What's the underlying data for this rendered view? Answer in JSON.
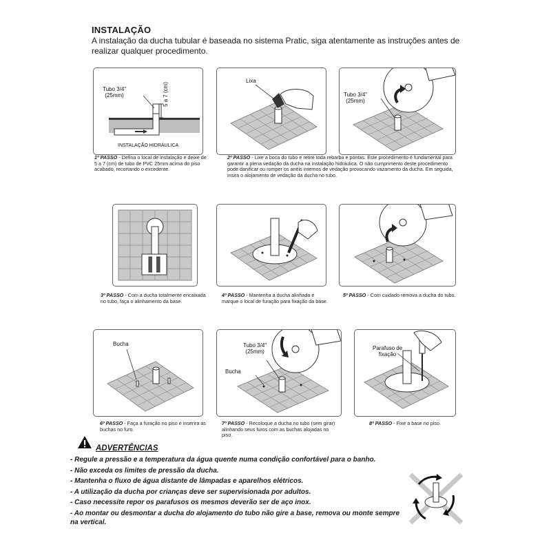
{
  "header": {
    "title": "INSTALAÇÃO",
    "intro": "A instalação da ducha tubular é baseada no sistema Pratic, siga atentamente as instruções antes de realizar qualquer procedimento."
  },
  "steps": [
    {
      "number": "1º PASSO",
      "text": " - Defina o local de instalação e deixe de 5 a 7 (cm) de tubo de PVC 25mm acima do piso acabado, recortando o excedente.",
      "labels": {
        "tube": "Tubo 3/4\"",
        "tube_mm": "(25mm)",
        "measure": "5 a 7 (cm)",
        "hydraulic": "INSTALAÇÃO HIDRÁULICA"
      }
    },
    {
      "number": "2º PASSO",
      "text": " - Lixe a boca do tubo e retire toda rebarba e pontas. Este procedimento é fundamental para garantir a plena vedação da ducha na instalação hidráulica. O não cumprimento deste procedimento pode danificar ou romper os anéis internos de vedação provocando vazamento da ducha. Em seguida, insira o alojamento de vedação da ducha no tubo.",
      "labels": {
        "sandpaper": "Lixa"
      }
    },
    {
      "labels": {
        "tube": "Tubo 3/4\"",
        "tube_mm": "(25mm)"
      }
    },
    {
      "number": "3º PASSO",
      "text": " - Com a ducha totalmente encaixada no tubo, faça o alinhamento da base."
    },
    {
      "number": "4º PASSO",
      "text": " - Mantenha a ducha alinhada e marque o local de furação para fixação da base."
    },
    {
      "number": "5º PASSO",
      "text": " - Com cuidado remova a ducha do tubo."
    },
    {
      "number": "6º PASSO",
      "text": " - Faça a furação no piso e inserira as buchas no furo.",
      "labels": {
        "anchor": "Bucha"
      }
    },
    {
      "number": "7º PASSO",
      "text": " - Recoloque a ducha no tubo (sem girar) alinhando seus furos com as buchas alojadas no piso.",
      "labels": {
        "tube": "Tubo 3/4\"",
        "tube_mm": "(25mm)",
        "anchor": "Bucha"
      }
    },
    {
      "number": "8º PASSO",
      "text": " - Fixe a base no piso.",
      "labels": {
        "screw": "Parafuso de",
        "screw2": "fixação"
      }
    }
  ],
  "warnings": {
    "title": "ADVERTÊNCIAS",
    "items": [
      "- Regule a pressão e a temperatura da água quente numa condição confortável para o banho.",
      "- Não exceda os limites de pressão da ducha.",
      "- Mantenha o fluxo de água distante de lâmpadas e aparelhos elétricos.",
      "- A utilização da ducha por crianças deve ser supervisionada por adultos.",
      "- Caso necessite repor os parafusos os mesmos deverão ser de aço inox.",
      "- Ao montar ou desmontar a ducha do alojamento do tubo não gire a base, remova ou monte sempre"
    ],
    "continuation": "na vertical."
  },
  "colors": {
    "tile": "#c9c9c9",
    "grout": "#8a8a8a",
    "border": "#666666",
    "text": "#1a1a1a"
  }
}
